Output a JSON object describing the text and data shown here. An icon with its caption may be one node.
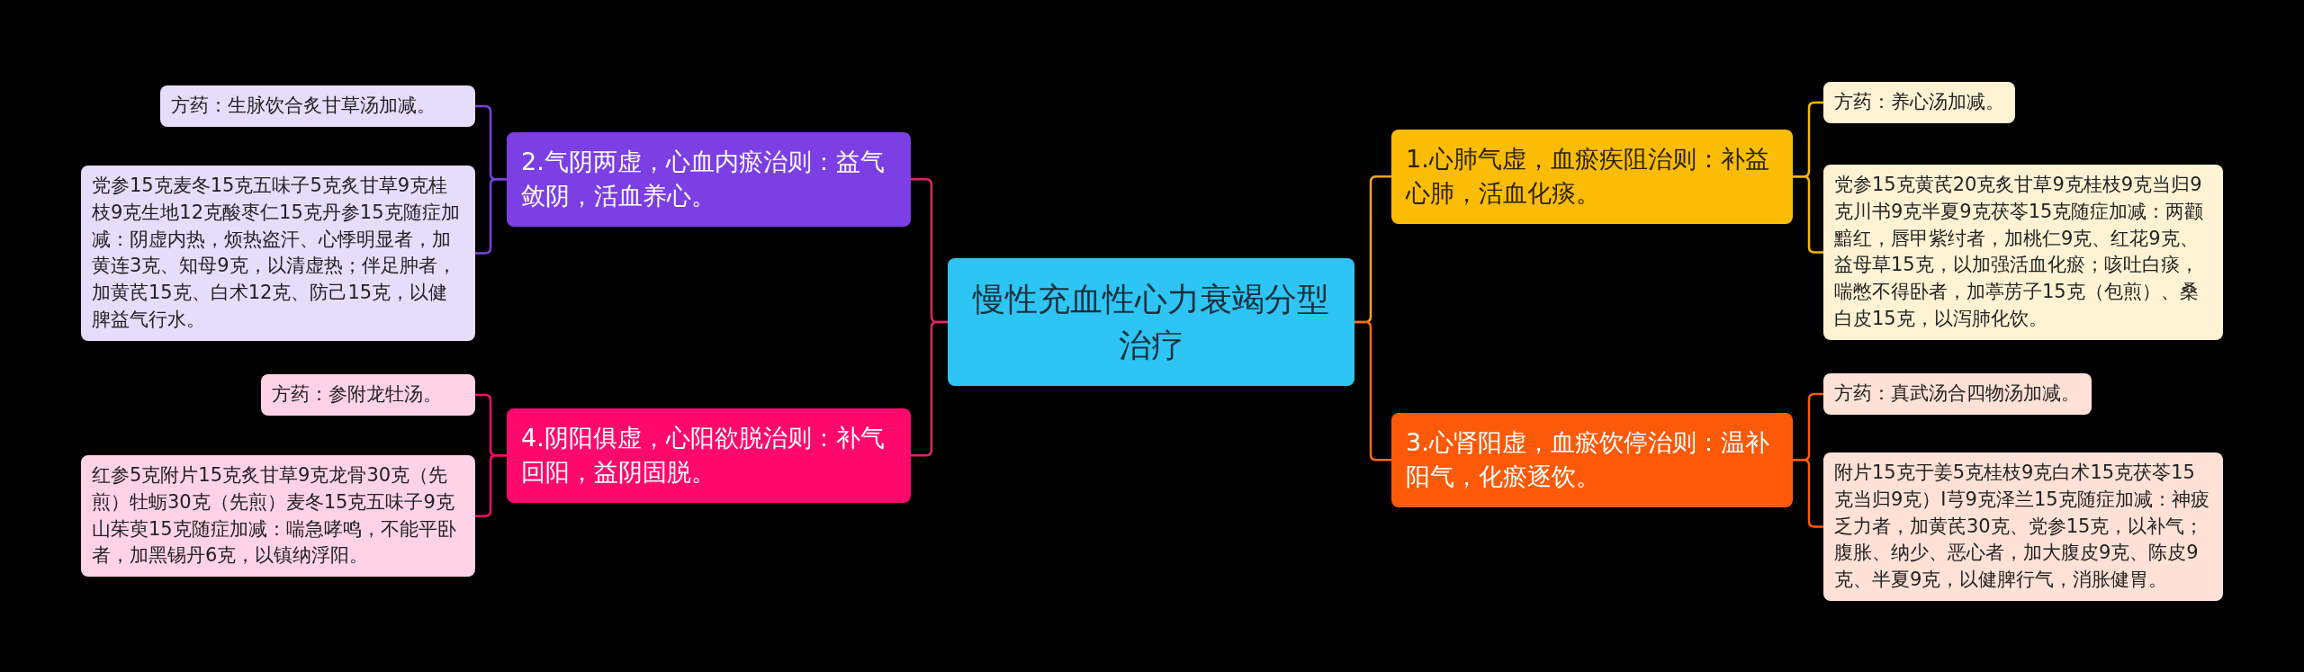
{
  "diagram": {
    "nodes": [
      {
        "text": [
          "慢性充血性心力衰竭分型治疗"
        ]
      },
      {
        "text": [
          "1.心肺气虚，血瘀疾阻治则：补益心肺，活血化痰。"
        ]
      },
      {
        "text": [
          "方药：养心汤加减。"
        ]
      },
      {
        "text": [
          "党参15克黄芪20克炙甘草9克桂枝9克当归9克川书9克半夏9克茯苓15克随症加减：两颧黯红，唇甲紫纣者，加桃仁9克、红花9克、益母草15克，以加强活血化瘀；咳吐白痰，喘憋不得卧者，加葶苈子15克（包煎）、桑白皮15克，以泻肺化饮。"
        ]
      },
      {
        "text": [
          "2.气阴两虚，心血内瘀治则：益气敛阴，活血养心。"
        ]
      },
      {
        "text": [
          "方药：生脉饮合炙甘草汤加减。"
        ]
      },
      {
        "text": [
          "党参15克麦冬15克五味子5克炙甘草9克桂枝9克生地12克酸枣仁15克丹参15克随症加减：阴虚内热，烦热盗汗、心悸明显者，加黄连3克、知母9克，以清虚热；伴足肿者，加黄芪15克、白术12克、防己15克，以健脾益气行水。"
        ]
      },
      {
        "text": [
          "3.心肾阳虚，血瘀饮停治则：温补阳气，化瘀逐饮。"
        ]
      },
      {
        "text": [
          "方药：真武汤合四物汤加减。"
        ]
      },
      {
        "text": [
          "附片15克于姜5克桂枝9克白术15克茯苓15克当归9克）I芎9克泽兰15克随症加减：神疲乏力者，加黄芪30克、党参15克，以补气；腹胀、纳少、恶心者，加大腹皮9克、陈皮9克、半夏9克，以健脾行气，消胀健胃。"
        ]
      },
      {
        "text": [
          "4.阴阳俱虚，心阳欲脱治则：补气回阳，益阴固脱。"
        ]
      },
      {
        "text": [
          "方药：参附龙牡汤。"
        ]
      },
      {
        "text": [
          "红参5克附片15克炙甘草9克龙骨30克（先煎）牡蛎30克（先煎）麦冬15克五味子9克山茱萸15克随症加减：喘急哮鸣，不能平卧者，加黑锡丹6克，以镇纳浮阳。"
        ]
      }
    ],
    "edges": [
      {
        "from": 0,
        "to": 1,
        "arrow": "none",
        "color": "#f5a623"
      },
      {
        "from": 1,
        "to": 2,
        "arrow": "none",
        "color": "#f5b800"
      },
      {
        "from": 1,
        "to": 3,
        "arrow": "none",
        "color": "#f5b800"
      },
      {
        "from": 0,
        "to": 4,
        "arrow": "none",
        "color": "#e0246a"
      },
      {
        "from": 4,
        "to": 5,
        "arrow": "none",
        "color": "#7b3fe4"
      },
      {
        "from": 4,
        "to": 6,
        "arrow": "none",
        "color": "#7b3fe4"
      },
      {
        "from": 0,
        "to": 7,
        "arrow": "none",
        "color": "#f26a1b"
      },
      {
        "from": 7,
        "to": 8,
        "arrow": "none",
        "color": "#fc5a08"
      },
      {
        "from": 7,
        "to": 9,
        "arrow": "none",
        "color": "#fc5a08"
      },
      {
        "from": 0,
        "to": 10,
        "arrow": "none",
        "color": "#e0246a"
      },
      {
        "from": 10,
        "to": 11,
        "arrow": "none",
        "color": "#ff0a6c"
      },
      {
        "from": 10,
        "to": 12,
        "arrow": "none",
        "color": "#ff0a6c"
      }
    ]
  }
}
